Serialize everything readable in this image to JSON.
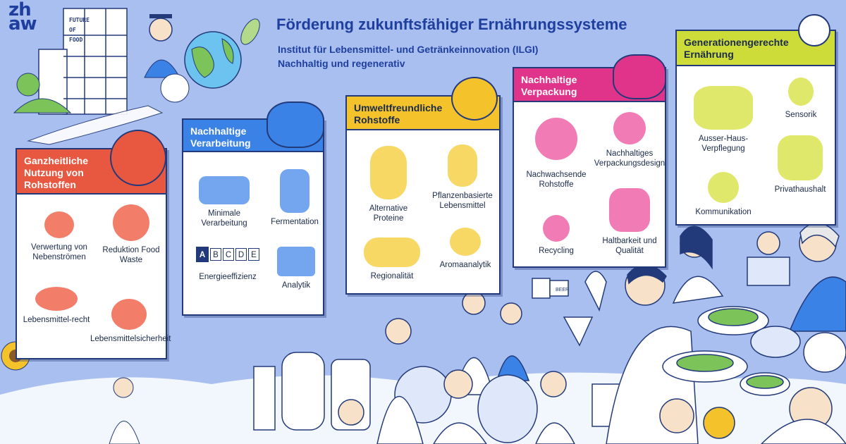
{
  "logo": {
    "text": "zh\naw"
  },
  "header": {
    "title": "Förderung zukunftsfähiger Ernährungssysteme",
    "subtitle_1": "Institut für Lebensmittel- und Getränkeinnovation (ILGI)",
    "subtitle_2": "Nachhaltig und regenerativ"
  },
  "building_sign": {
    "text": "FUTURE OF FOOD"
  },
  "colors": {
    "background": "#a9bff0",
    "navy": "#1f3f9e",
    "red": "#e8573f",
    "blue": "#3b82e6",
    "yellow": "#f4c22b",
    "magenta": "#e0338a",
    "lime": "#cddc39"
  },
  "cards": [
    {
      "id": "ganzheitliche",
      "title": "Ganzheitliche Nutzung von Rohstoffen",
      "color": "#e8573f",
      "items": [
        {
          "label": "Verwertung von Nebenströmen",
          "icon": "fruit-peel-icon"
        },
        {
          "label": "Reduktion Food Waste",
          "icon": "food-waste-bin-icon"
        },
        {
          "label": "Lebensmittel-recht",
          "icon": "gavel-icon"
        },
        {
          "label": "Lebensmittelsicherheit",
          "icon": "magnifier-icon"
        }
      ]
    },
    {
      "id": "verarbeitung",
      "title": "Nachhaltige Verarbeitung",
      "color": "#3b82e6",
      "items": [
        {
          "label": "Minimale Verarbeitung",
          "icon": "bread-board-icon"
        },
        {
          "label": "Fermentation",
          "icon": "jar-icon"
        },
        {
          "label": "Energieeffizienz",
          "icon": "energy-label-icon"
        },
        {
          "label": "Analytik",
          "icon": "laptop-chart-icon"
        }
      ],
      "energy_letters": [
        "A",
        "B",
        "C",
        "D",
        "E"
      ]
    },
    {
      "id": "rohstoffe",
      "title": "Umweltfreundliche Rohstoffe",
      "color": "#f4c22b",
      "items": [
        {
          "label": "Alternative Proteine",
          "icon": "protein-machine-icon"
        },
        {
          "label": "Pflanzenbasierte Lebensmittel",
          "icon": "grain-icon"
        },
        {
          "label": "Regionalität",
          "icon": "mountain-farm-icon"
        },
        {
          "label": "Aromaanalytik",
          "icon": "test-tube-icon"
        }
      ]
    },
    {
      "id": "verpackung",
      "title": "Nachhaltige Verpackung",
      "color": "#e0338a",
      "items": [
        {
          "label": "Nachwachsende Rohstoffe",
          "icon": "cycle-icon"
        },
        {
          "label": "Nachhaltiges Verpackungsdesign",
          "icon": "packaging-design-icon"
        },
        {
          "label": "Recycling",
          "icon": "recycling-icon"
        },
        {
          "label": "Haltbarkeit und Qualität",
          "icon": "quality-seal-icon"
        }
      ]
    },
    {
      "id": "generationen",
      "title": "Generationengerechte Ernährung",
      "color": "#cddc39",
      "items": [
        {
          "label": "Ausser-Haus-Verpflegung",
          "icon": "chef-icon"
        },
        {
          "label": "Sensorik",
          "icon": "nose-icon"
        },
        {
          "label": "Kommunikation",
          "icon": "milk-carton-icon"
        },
        {
          "label": "Privathaushalt",
          "icon": "shopping-bag-icon"
        }
      ]
    }
  ],
  "scene": {
    "beer_label": "BEER"
  }
}
